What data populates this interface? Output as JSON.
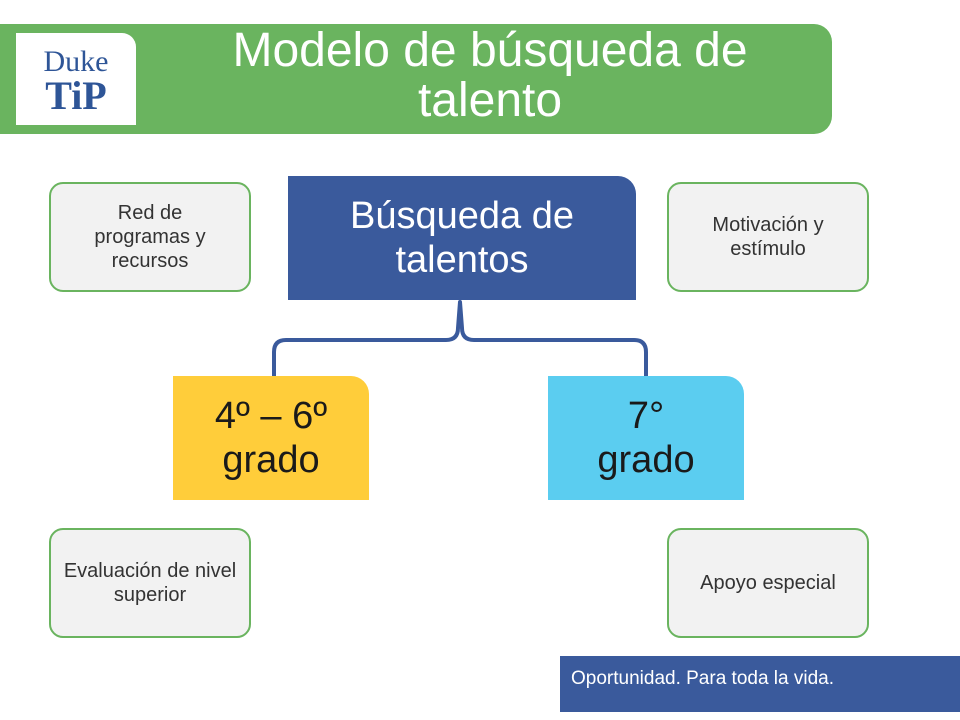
{
  "title": {
    "line1": "Modelo de búsqueda de",
    "line2": "talento"
  },
  "logo": {
    "duke": "Duke",
    "tip": "TiP",
    "brand_color": "#2e5597"
  },
  "diagram": {
    "center": "Búsqueda de talentos",
    "grade_left": "4º – 6º grado",
    "grade_right": "7° grado",
    "top_left": "Red de programas y recursos",
    "top_right": "Motivación y estímulo",
    "bottom_left": "Evaluación de nivel superior",
    "bottom_right": "Apoyo especial"
  },
  "footer": {
    "text": "Oportunidad. Para toda la vida."
  },
  "colors": {
    "title_green": "#6ab45f",
    "center_blue": "#3a5a9c",
    "grade_yellow": "#ffcd3a",
    "grade_cyan": "#5bcdf0"
  }
}
